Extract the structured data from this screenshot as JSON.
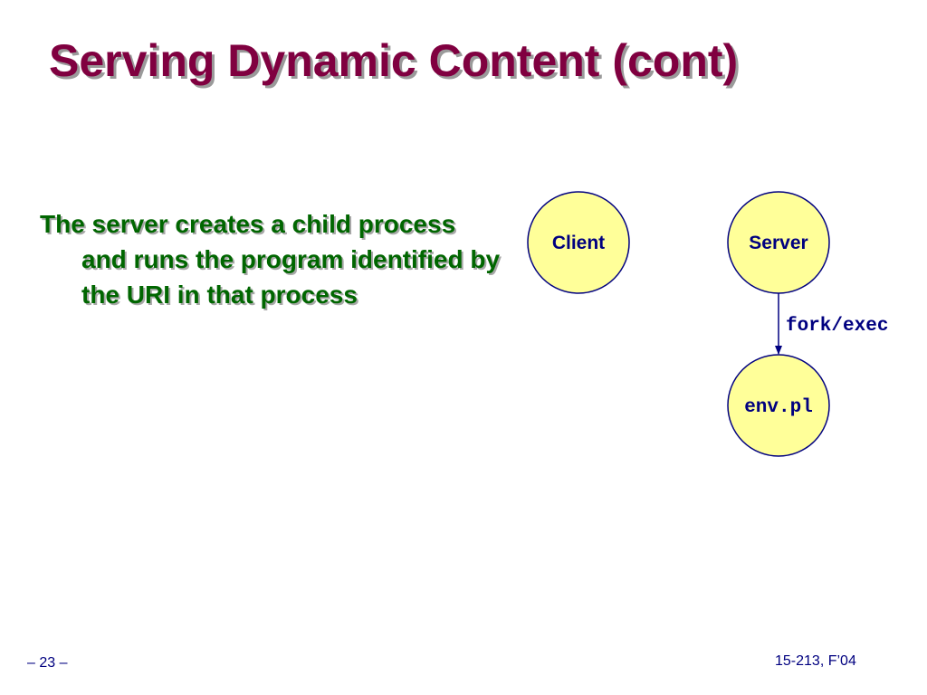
{
  "slide": {
    "title": "Serving Dynamic Content (cont)",
    "bullet": "The server creates a child process and runs the program identified by the URI in that process"
  },
  "diagram": {
    "nodes": {
      "client": "Client",
      "server": "Server",
      "child": "env.pl"
    },
    "edge_label": "fork/exec",
    "colors": {
      "node_fill": "#FFFF99",
      "node_stroke": "#000080",
      "arrow": "#000080",
      "text": "#000080"
    }
  },
  "footer": {
    "page": "– 23 –",
    "course": "15-213, F’04"
  }
}
